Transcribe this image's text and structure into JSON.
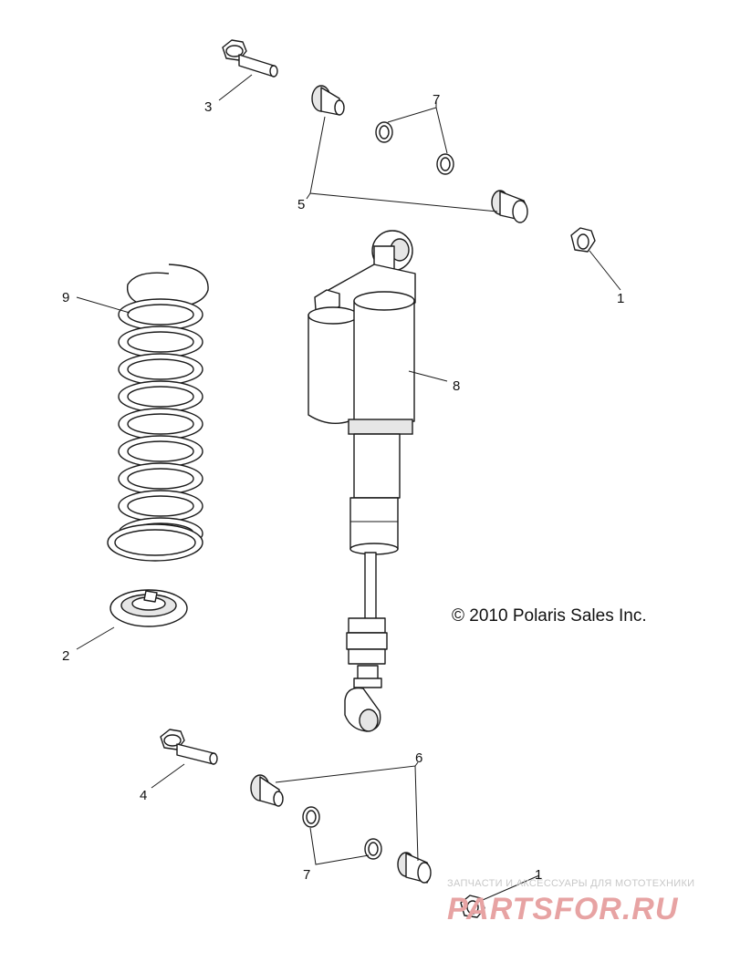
{
  "copyright": "© 2010 Polaris Sales Inc.",
  "watermark": {
    "tagline": "ЗАПЧАСТИ И АКСЕССУАРЫ ДЛЯ МОТОТЕХНИКИ",
    "brand": "PARTSFOR.RU",
    "color": "#e7a3a3"
  },
  "callouts": {
    "c1_top": "1",
    "c1_bottom": "1",
    "c2": "2",
    "c3": "3",
    "c4": "4",
    "c5": "5",
    "c6": "6",
    "c7_top": "7",
    "c7_bottom": "7",
    "c8": "8",
    "c9": "9"
  }
}
